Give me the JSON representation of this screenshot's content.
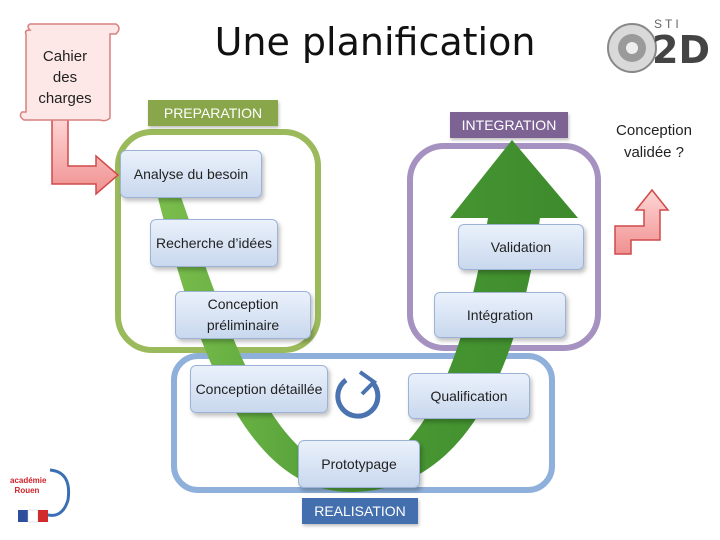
{
  "title": "Une planification",
  "cahier": "Cahier des charges",
  "phases": {
    "preparation": "PREPARATION",
    "integration": "INTEGRATION",
    "realisation": "REALISATION"
  },
  "steps": [
    "Analyse du besoin",
    "Recherche d’idées",
    "Conception préliminaire",
    "Conception détaillée",
    "Prototypage",
    "Qualification",
    "Intégration",
    "Validation"
  ],
  "conception_validee": "Conception validée ?",
  "logo": {
    "sti": "STI",
    "twod": "2D"
  },
  "academy": "académie Rouen",
  "colors": {
    "preparation": "#8aa64a",
    "integration": "#7c6394",
    "realisation": "#446fae",
    "arrow": "#5aa63a",
    "red_arrow": "#e05a5a"
  }
}
